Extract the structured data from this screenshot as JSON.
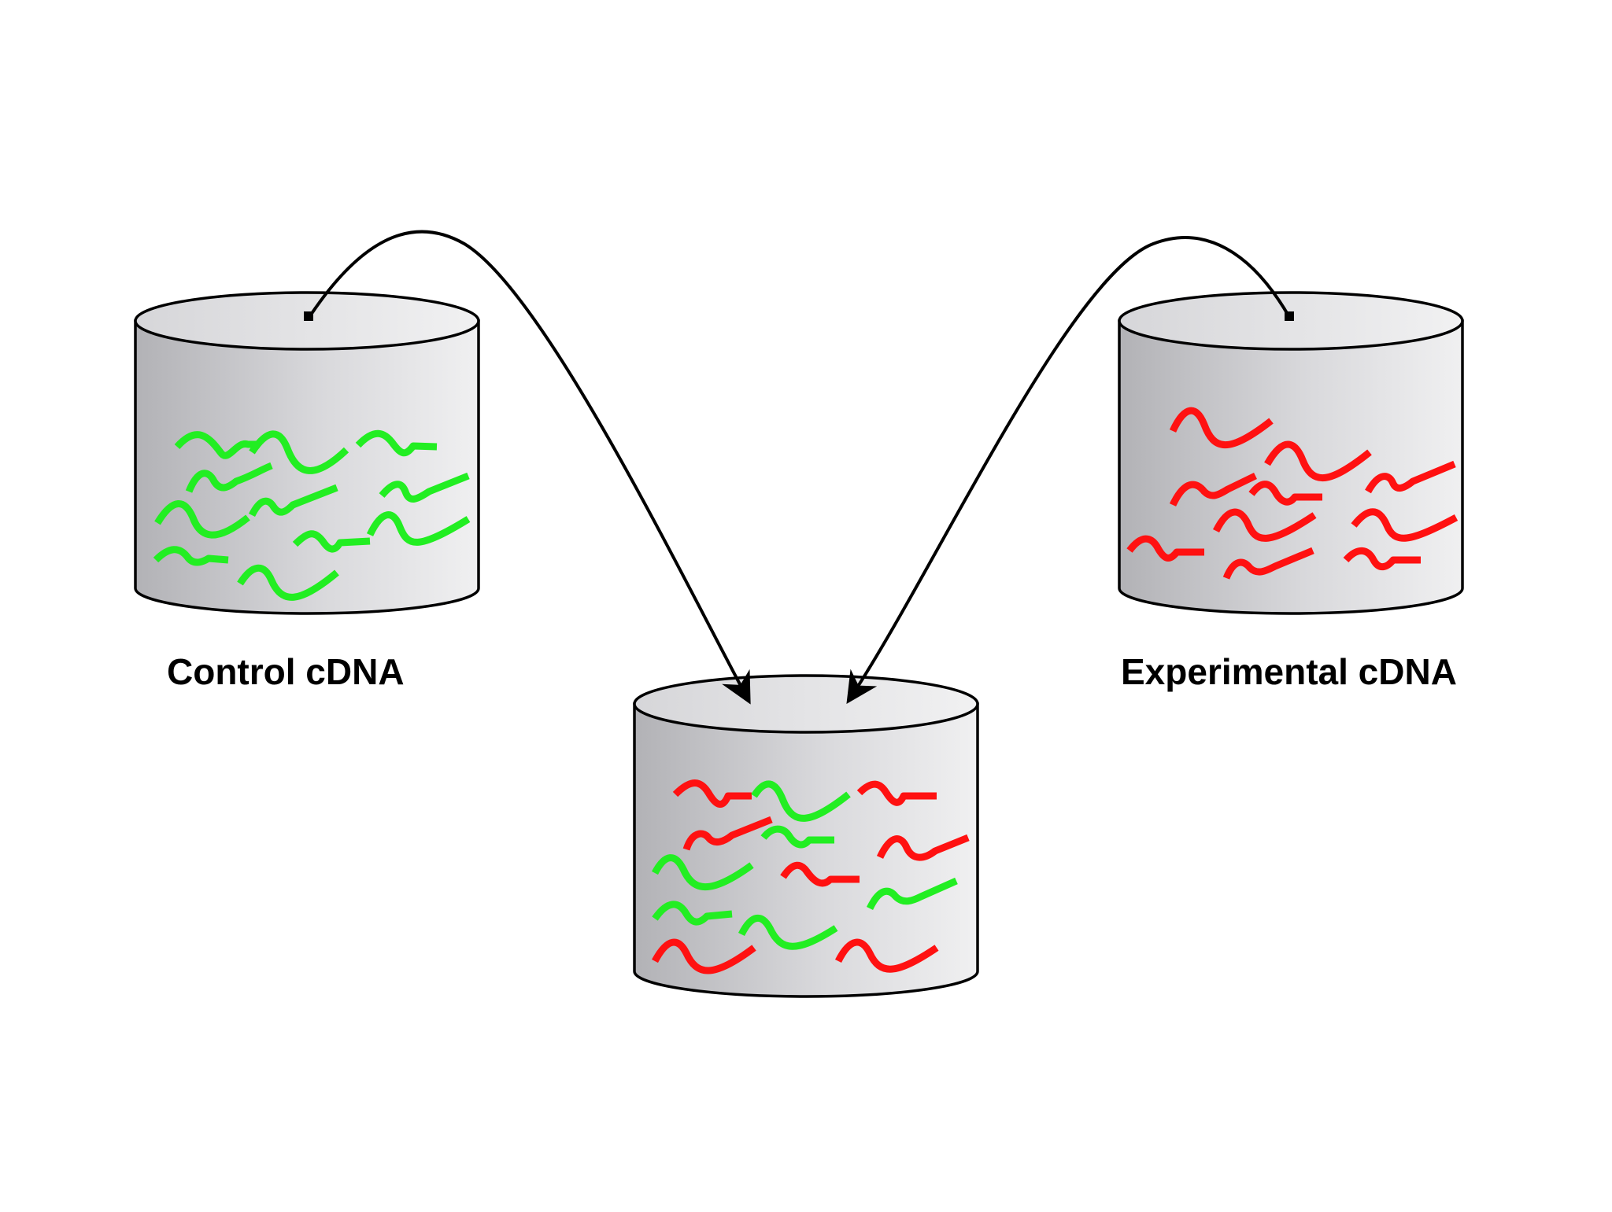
{
  "labels": {
    "control": "Control cDNA",
    "experimental": "Experimental cDNA"
  },
  "colors": {
    "background": "#ffffff",
    "control_strand": "#22ee22",
    "experimental_strand": "#ff1111",
    "arrow": "#000000",
    "container_outline": "#000000",
    "container_fill_light": "#efefef",
    "container_fill_dark": "#a9a9ad"
  },
  "containers": [
    {
      "name": "control-container",
      "strand_colors": [
        "control_strand"
      ]
    },
    {
      "name": "experimental-container",
      "strand_colors": [
        "experimental_strand"
      ]
    },
    {
      "name": "mixture-container",
      "strand_colors": [
        "control_strand",
        "experimental_strand"
      ]
    }
  ]
}
